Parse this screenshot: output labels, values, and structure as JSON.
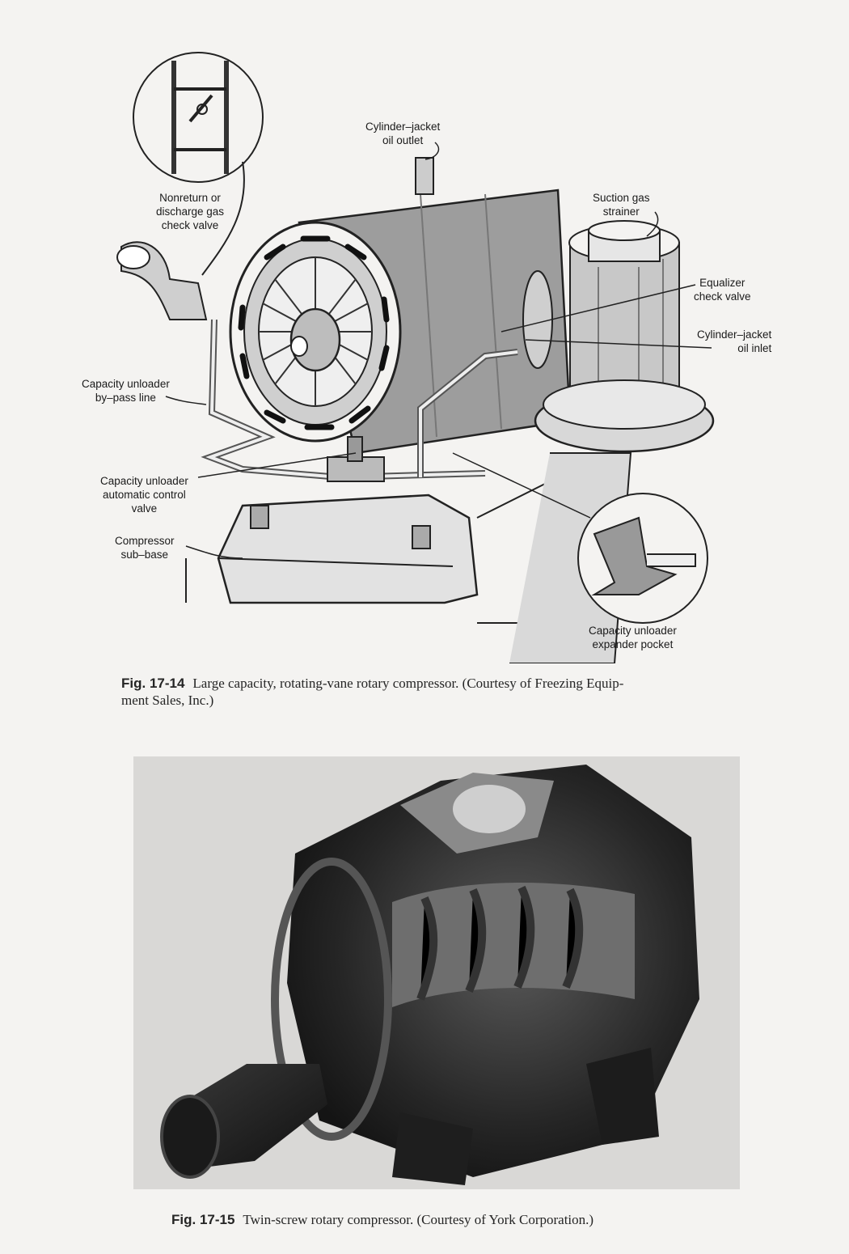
{
  "figure_14": {
    "labels": {
      "oil_outlet": "Cylinder–jacket\noil outlet",
      "check_valve": "Nonreturn or\ndischarge gas\ncheck valve",
      "suction_strainer": "Suction gas\nstrainer",
      "equalizer": "Equalizer\ncheck valve",
      "oil_inlet": "Cylinder–jacket\noil inlet",
      "bypass_line": "Capacity unloader\nby–pass line",
      "control_valve": "Capacity unloader\nautomatic control\nvalve",
      "sub_base": "Compressor\nsub–base",
      "expander_pocket": "Capacity unloader\nexpander pocket"
    },
    "caption_number": "Fig. 17-14",
    "caption_text": "Large capacity, rotating-vane rotary compressor. (Courtesy of Freezing Equip-",
    "caption_text_2": "ment Sales, Inc.)"
  },
  "figure_15": {
    "caption_number": "Fig. 17-15",
    "caption_text": "Twin-screw rotary compressor. (Courtesy of York Corporation.)"
  }
}
